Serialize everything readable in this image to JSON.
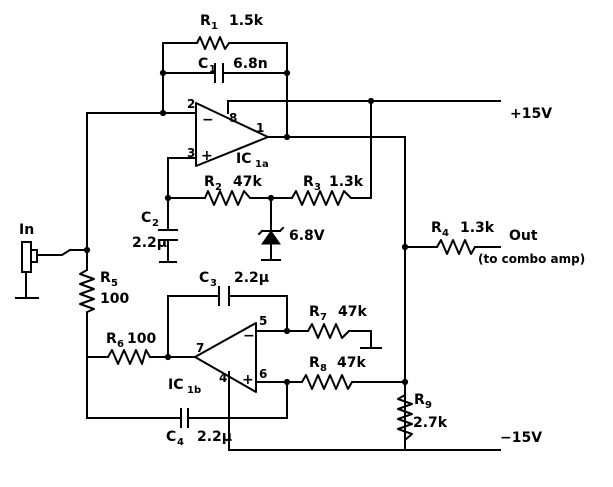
{
  "components": {
    "r1": {
      "name": "R",
      "sub": "1",
      "value": "1.5k"
    },
    "c1": {
      "name": "C",
      "sub": "1",
      "value": "6.8n"
    },
    "r2": {
      "name": "R",
      "sub": "2",
      "value": "47k"
    },
    "r3": {
      "name": "R",
      "sub": "3",
      "value": "1.3k"
    },
    "c2": {
      "name": "C",
      "sub": "2",
      "value": "2.2µ"
    },
    "zener": {
      "value": "6.8V"
    },
    "r4": {
      "name": "R",
      "sub": "4",
      "value": "1.3k"
    },
    "r5": {
      "name": "R",
      "sub": "5",
      "value": "100"
    },
    "r6": {
      "name": "R",
      "sub": "6",
      "value": "100"
    },
    "c3": {
      "name": "C",
      "sub": "3",
      "value": "2.2µ"
    },
    "r7": {
      "name": "R",
      "sub": "7",
      "value": "47k"
    },
    "r8": {
      "name": "R",
      "sub": "8",
      "value": "47k"
    },
    "r9": {
      "name": "R",
      "sub": "9",
      "value": "2.7k"
    },
    "c4": {
      "name": "C",
      "sub": "4",
      "value": "2.2µ"
    }
  },
  "opamps": {
    "ic1a": {
      "name": "IC",
      "sub": "1a",
      "pin_inv": "2",
      "pin_noninv": "3",
      "pin_out": "1",
      "pin_supply": "8",
      "minus": "−",
      "plus": "+"
    },
    "ic1b": {
      "name": "IC",
      "sub": "1b",
      "pin_inv": "5",
      "pin_noninv": "6",
      "pin_out": "7",
      "pin_supply": "4",
      "minus": "−",
      "plus": "+"
    }
  },
  "labels": {
    "input": "In",
    "output": "Out",
    "output_note": "(to combo amp)",
    "vpos": "+15V",
    "vneg": "−15V"
  }
}
